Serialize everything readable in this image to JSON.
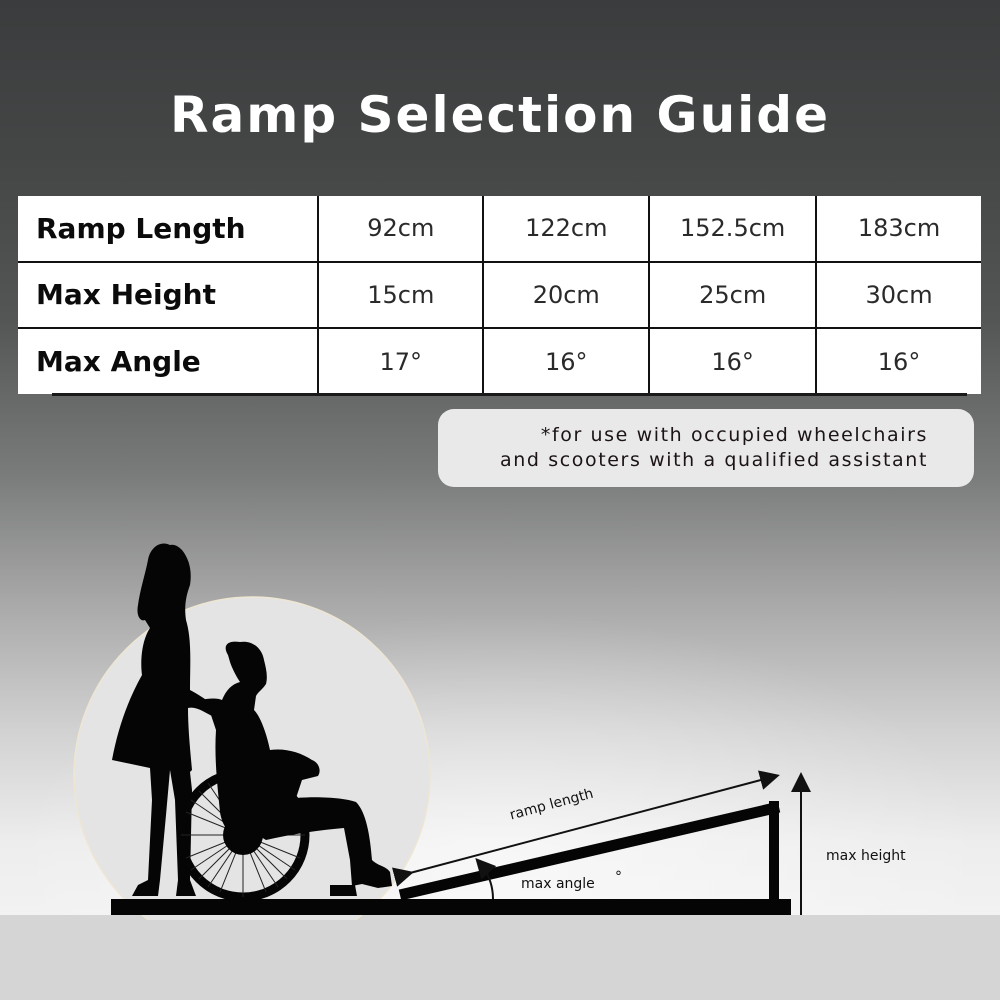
{
  "title": "Ramp Selection Guide",
  "table": {
    "rows": [
      {
        "label": "Ramp Length",
        "values": [
          "92cm",
          "122cm",
          "152.5cm",
          "183cm"
        ]
      },
      {
        "label": "Max Height",
        "values": [
          "15cm",
          "20cm",
          "25cm",
          "30cm"
        ]
      },
      {
        "label": "Max Angle",
        "values": [
          "17°",
          "16°",
          "16°",
          "16°"
        ]
      }
    ]
  },
  "note": {
    "line1": "*for use with occupied wheelchairs",
    "line2": "and scooters with a qualified assistant"
  },
  "diagram": {
    "ramp_length_label": "ramp length",
    "max_angle_label": "max angle",
    "degree_symbol": "°",
    "max_height_label": "max height",
    "figures": [
      "woman-silhouette",
      "wheelchair-user-silhouette"
    ]
  }
}
